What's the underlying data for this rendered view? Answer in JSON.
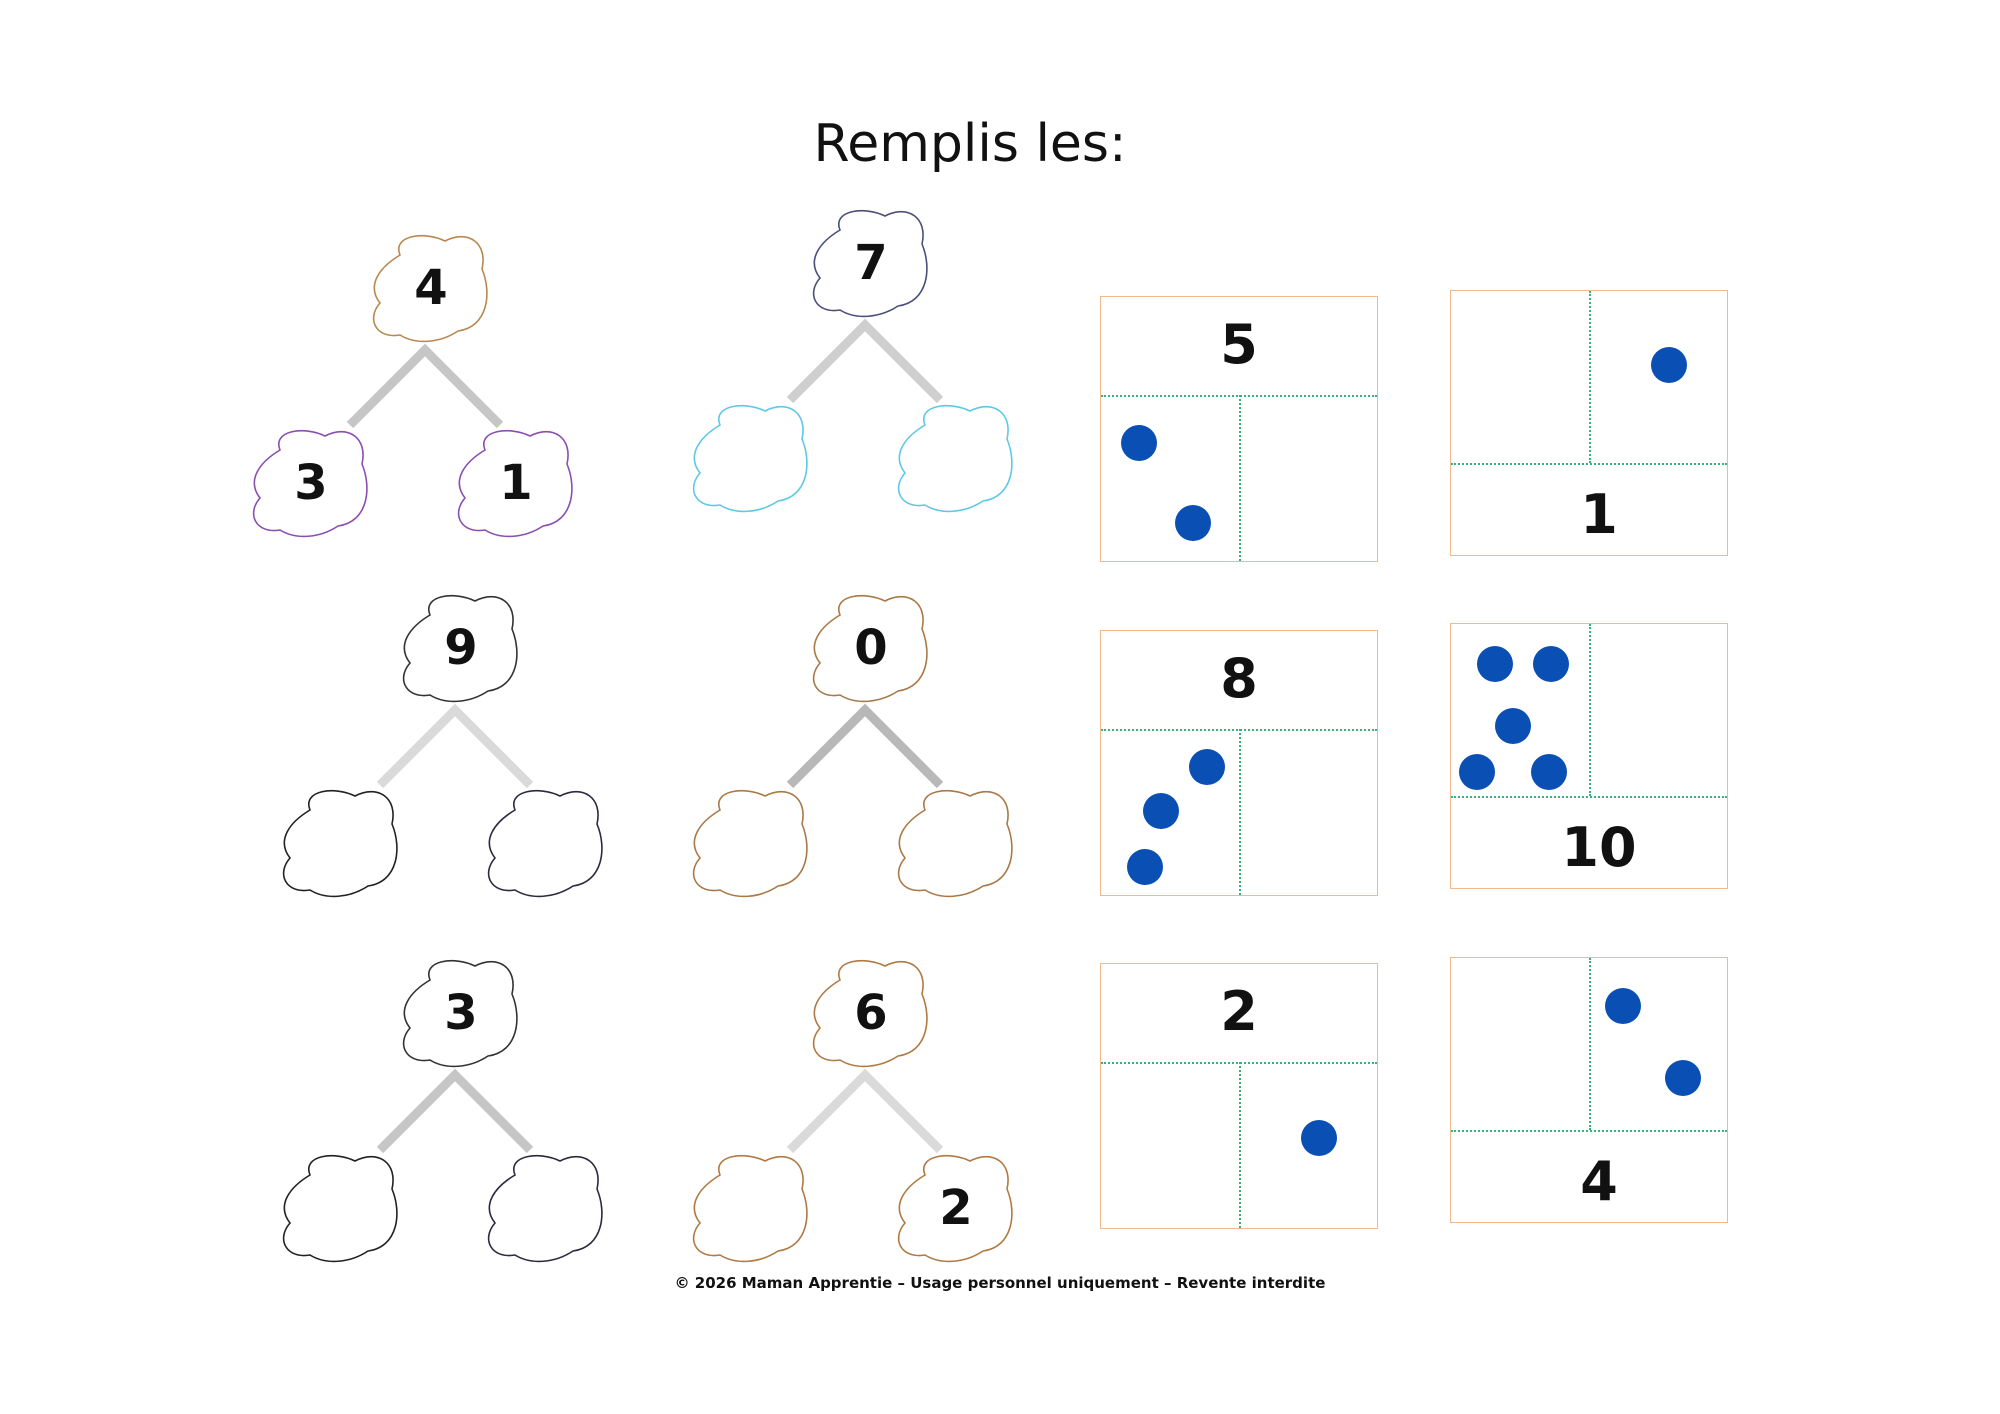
{
  "title": "Remplis les:",
  "footer": "© 2026 Maman Apprentie – Usage personnel uniquement – Revente interdite",
  "trees": [
    {
      "top": "4",
      "left": "3",
      "right": "1",
      "colors": {
        "top": "#b8894f",
        "left": "#8a4fb0",
        "right": "#8a4fb0",
        "branch": "#c6c6c6"
      }
    },
    {
      "top": "7",
      "left": "",
      "right": "",
      "colors": {
        "top": "#4b4f7a",
        "left": "#5ec8e6",
        "right": "#5ec8e6",
        "branch": "#cfcfcf"
      }
    },
    {
      "top": "9",
      "left": "",
      "right": "",
      "colors": {
        "top": "#333333",
        "left": "#222222",
        "right": "#2b2b40",
        "branch": "#dadada"
      }
    },
    {
      "top": "0",
      "left": "",
      "right": "",
      "colors": {
        "top": "#a97a48",
        "left": "#a97a48",
        "right": "#a97a48",
        "branch": "#b8b8b8"
      }
    },
    {
      "top": "3",
      "left": "",
      "right": "",
      "colors": {
        "top": "#333333",
        "left": "#222222",
        "right": "#2b2b40",
        "branch": "#c6c6c6"
      }
    },
    {
      "top": "6",
      "left": "",
      "right": "2",
      "colors": {
        "top": "#b07a44",
        "left": "#b07a44",
        "right": "#b07a44",
        "branch": "#dadada"
      }
    }
  ],
  "boxes": [
    {
      "type": "top",
      "whole": "5",
      "left_dots": 2,
      "right_dots": 0
    },
    {
      "type": "bottom",
      "whole": "1",
      "left_dots": 0,
      "right_dots": 1
    },
    {
      "type": "top",
      "whole": "8",
      "left_dots": 3,
      "right_dots": 0
    },
    {
      "type": "bottom",
      "whole": "10",
      "left_dots": 5,
      "right_dots": 0
    },
    {
      "type": "top",
      "whole": "2",
      "left_dots": 0,
      "right_dots": 1
    },
    {
      "type": "bottom",
      "whole": "4",
      "left_dots": 0,
      "right_dots": 2
    }
  ],
  "colors": {
    "dot": "#0a4fb3",
    "box_border": "#f4b98a",
    "divider": "#34b37a"
  }
}
